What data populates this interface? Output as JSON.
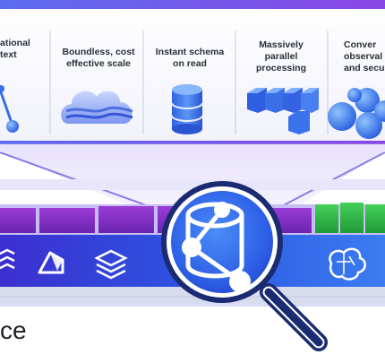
{
  "panels": [
    {
      "label": "ational\ntext",
      "icon": "graph-nodes-icon"
    },
    {
      "label": "Boundless, cost\neffective scale",
      "icon": "cloud-layers-icon"
    },
    {
      "label": "Instant schema\non read",
      "icon": "database-cylinder-icon"
    },
    {
      "label": "Massively\nparallel\nprocessing",
      "icon": "parallel-cubes-icon"
    },
    {
      "label": "Conver\nobserval\nand secu",
      "icon": "bubble-cluster-icon"
    }
  ],
  "bottom_word": "ce",
  "toolbar_icons": [
    "stack-icon",
    "arrow-up-icon",
    "layers-icon",
    "brain-icon"
  ],
  "center_icon": "database-graph-magnifier-icon",
  "colors": {
    "accent_purple": "#6a3cd8",
    "deep_blue": "#2b44c8",
    "bar_purple": "#7a2fc4",
    "bar_green": "#2fb34a",
    "bright_blue": "#3a7af0"
  }
}
